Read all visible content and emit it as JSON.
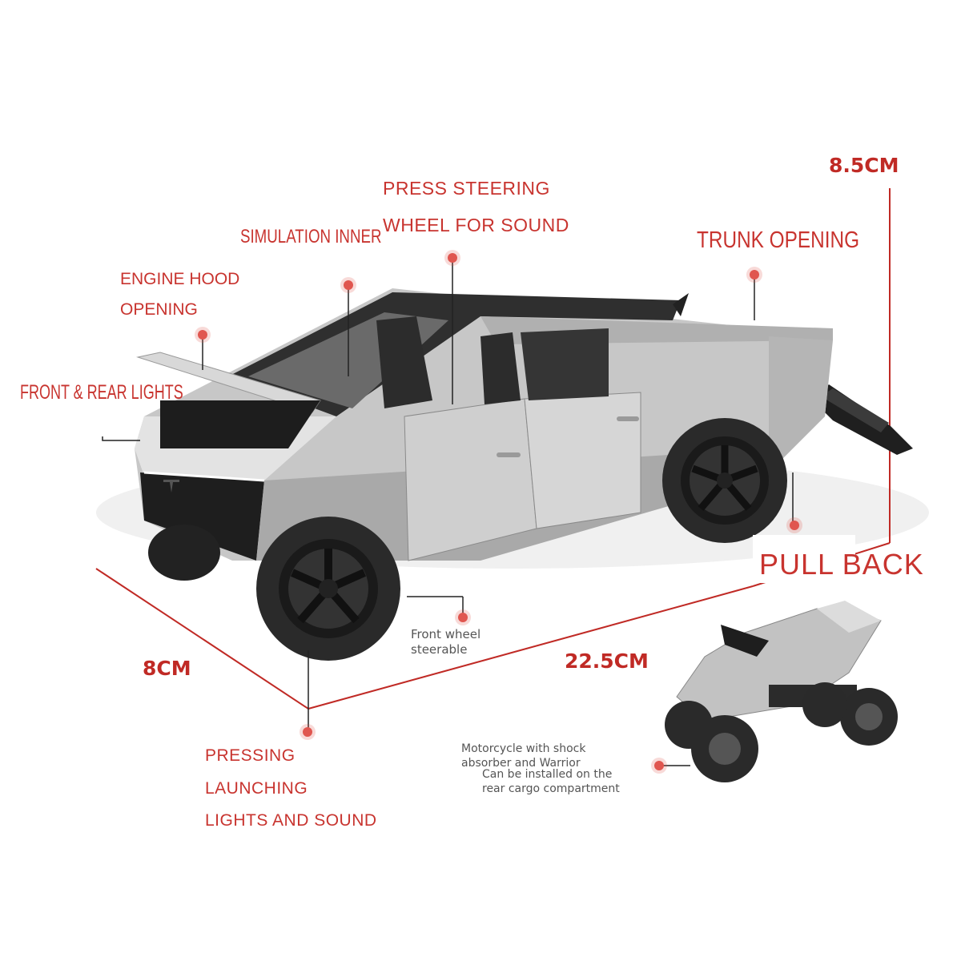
{
  "colors": {
    "label_red": "#c8342f",
    "dim_red": "#c02a25",
    "dot": "#e0564f",
    "body_silver": "#c9c9c9",
    "tire": "#2a2a2a"
  },
  "labels": {
    "press_steering_1": "PRESS STEERING",
    "press_steering_2": "WHEEL FOR SOUND",
    "simulation_inner": "SIMULATION INNER",
    "engine_hood_1": "ENGINE HOOD",
    "engine_hood_2": "OPENING",
    "front_rear_lights": "FRONT & REAR LIGHTS",
    "trunk_opening": "TRUNK OPENING",
    "pull_back": "PULL BACK",
    "front_wheel_1": "Front wheel",
    "front_wheel_2": "steerable",
    "pressing_1": "PRESSING",
    "pressing_2": "LAUNCHING",
    "pressing_3": "LIGHTS AND SOUND",
    "moto_1": "Motorcycle with shock",
    "moto_2": "absorber and Warrior",
    "moto_3": "Can be installed on the",
    "moto_4": "rear cargo compartment"
  },
  "dimensions": {
    "height": "8.5CM",
    "width": "8CM",
    "length": "22.5CM"
  },
  "icons": [
    "tesla-logo-icon"
  ]
}
